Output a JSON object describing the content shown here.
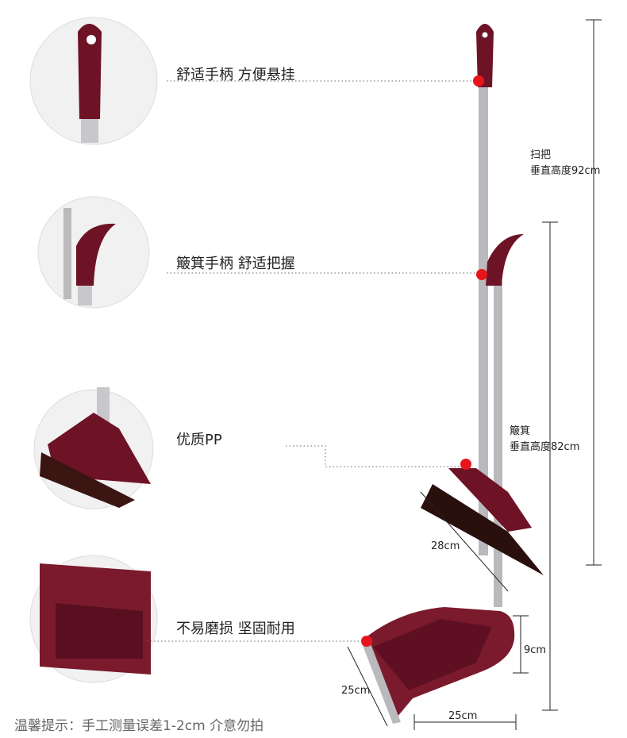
{
  "callouts": [
    {
      "label": "舒适手柄 方便悬挂"
    },
    {
      "label": "簸箕手柄 舒适把握"
    },
    {
      "label": "优质PP"
    },
    {
      "label": "不易磨损 坚固耐用"
    }
  ],
  "dimensions": {
    "broom_name": "扫把",
    "broom_height": "垂直高度92cm",
    "dustpan_name": "簸箕",
    "dustpan_height": "垂直高度82cm",
    "brush_width": "28cm",
    "pan_height": "9cm",
    "pan_depth": "25cm",
    "pan_width": "25cm"
  },
  "footer_tip": "温馨提示：手工测量误差1-2cm 介意勿拍",
  "colors": {
    "burgundy": "#6e1226",
    "dot": "#e8141c",
    "steel": "#b9b9be"
  }
}
